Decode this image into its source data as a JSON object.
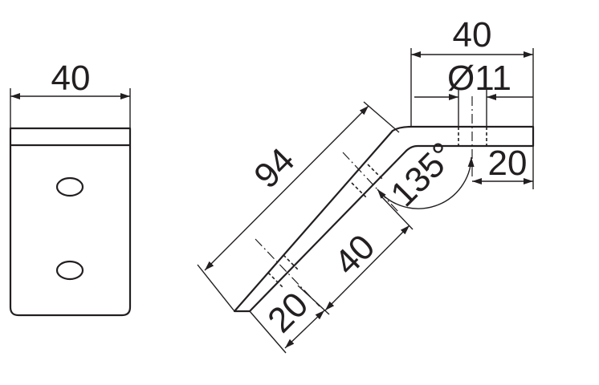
{
  "dimensions": {
    "front_width": "40",
    "top_width": "40",
    "hole_diameter": "Ø11",
    "total_length": "94",
    "top_flange": "20",
    "angle": "135°",
    "hole_spacing": "40",
    "bottom_offset": "20"
  },
  "colors": {
    "line": "#231f20",
    "background": "#ffffff"
  }
}
